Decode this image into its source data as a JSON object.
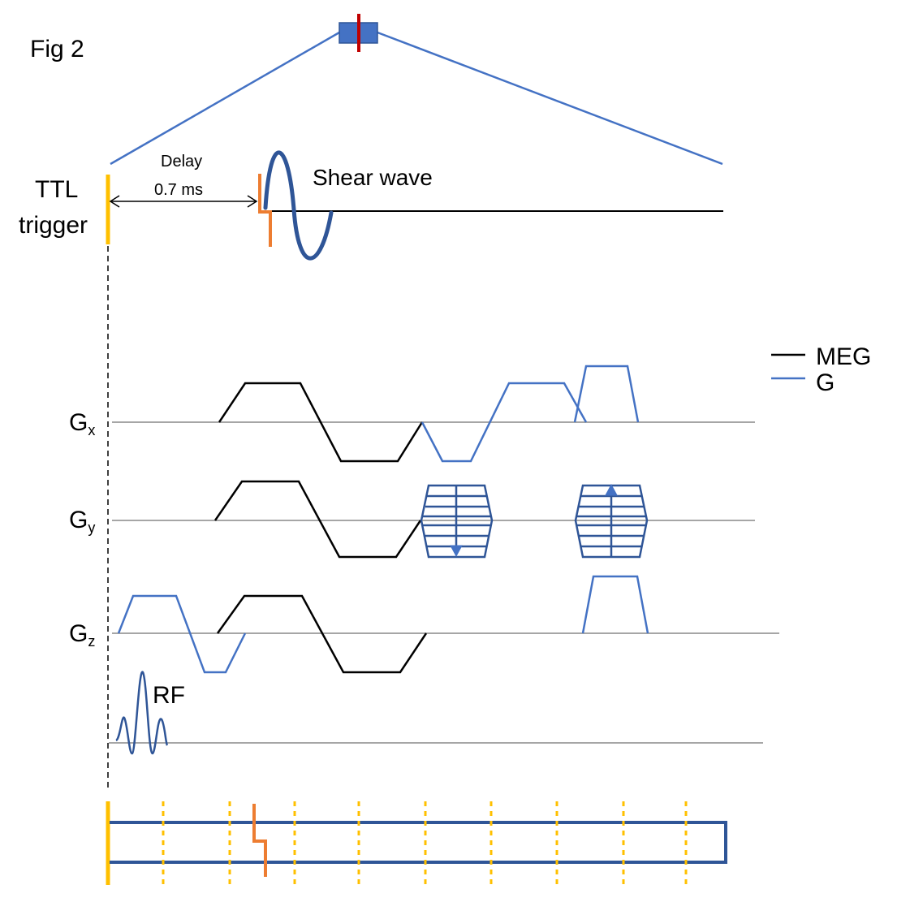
{
  "figure_label": "Fig 2",
  "trigger": {
    "line1": "TTL",
    "line2": "trigger"
  },
  "delay": {
    "label": "Delay",
    "value": "0.7 ms"
  },
  "shear_wave_label": "Shear wave",
  "legend": [
    {
      "label": "MEG",
      "color": "#000000"
    },
    {
      "label": "G",
      "color": "#4472c4"
    }
  ],
  "channels": {
    "gx": {
      "base": "G",
      "sub": "x"
    },
    "gy": {
      "base": "G",
      "sub": "y"
    },
    "gz": {
      "base": "G",
      "sub": "z"
    },
    "rf": "RF"
  },
  "colors": {
    "meg": "#000000",
    "imaging_gradient": "#4472c4",
    "navy": "#2f5597",
    "trigger": "#ffc000",
    "piezo": "#ed7d31",
    "marker": "#c00000",
    "baseline": "#a6a6a6"
  }
}
